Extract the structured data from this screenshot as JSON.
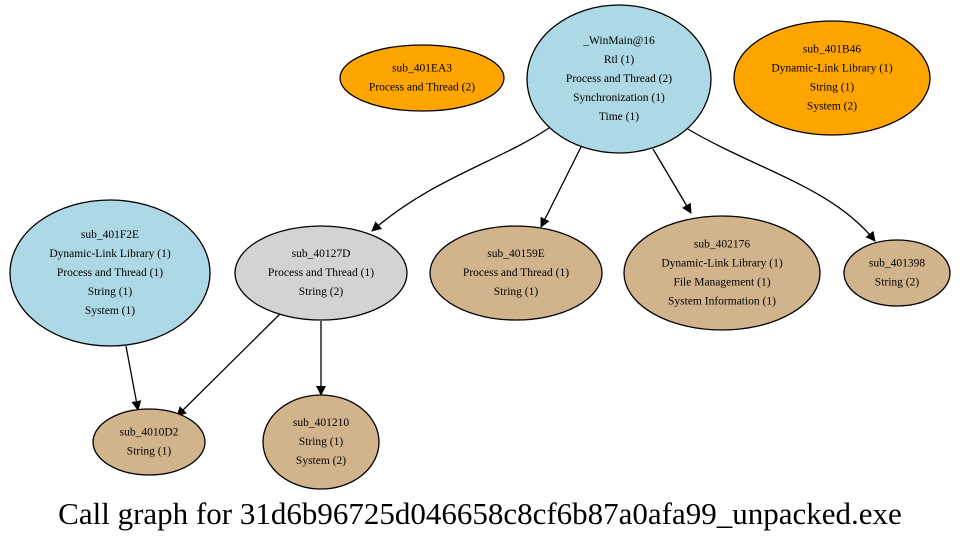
{
  "caption": "Call graph for 31d6b96725d046658c8cf6b87a0afa99_unpacked.exe",
  "colors": {
    "edge": "#000000",
    "outline": "#000000"
  },
  "nodes": [
    {
      "id": "winmain",
      "fill": "#add8e6",
      "lines": [
        "_WinMain@16",
        "Rtl (1)",
        "Process and Thread (2)",
        "Synchronization (1)",
        "Time (1)"
      ]
    },
    {
      "id": "sub_401EA3",
      "fill": "#ffa500",
      "lines": [
        "sub_401EA3",
        "Process and Thread (2)"
      ]
    },
    {
      "id": "sub_401B46",
      "fill": "#ffa500",
      "lines": [
        "sub_401B46",
        "Dynamic-Link Library (1)",
        "String (1)",
        "System (2)"
      ]
    },
    {
      "id": "sub_401F2E",
      "fill": "#add8e6",
      "lines": [
        "sub_401F2E",
        "Dynamic-Link Library (1)",
        "Process and Thread (1)",
        "String (1)",
        "System (1)"
      ]
    },
    {
      "id": "sub_40127D",
      "fill": "#d3d3d3",
      "lines": [
        "sub_40127D",
        "Process and Thread (1)",
        "String (2)"
      ]
    },
    {
      "id": "sub_40159E",
      "fill": "#d2b48c",
      "lines": [
        "sub_40159E",
        "Process and Thread (1)",
        "String (1)"
      ]
    },
    {
      "id": "sub_402176",
      "fill": "#d2b48c",
      "lines": [
        "sub_402176",
        "Dynamic-Link Library (1)",
        "File Management (1)",
        "System Information (1)"
      ]
    },
    {
      "id": "sub_401398",
      "fill": "#d2b48c",
      "lines": [
        "sub_401398",
        "String (2)"
      ]
    },
    {
      "id": "sub_4010D2",
      "fill": "#d2b48c",
      "lines": [
        "sub_4010D2",
        "String (1)"
      ]
    },
    {
      "id": "sub_401210",
      "fill": "#d2b48c",
      "lines": [
        "sub_401210",
        "String (1)",
        "System (2)"
      ]
    }
  ],
  "edges": [
    {
      "from": "winmain",
      "to": "sub_40127D"
    },
    {
      "from": "winmain",
      "to": "sub_40159E"
    },
    {
      "from": "winmain",
      "to": "sub_402176"
    },
    {
      "from": "winmain",
      "to": "sub_401398"
    },
    {
      "from": "sub_401F2E",
      "to": "sub_4010D2"
    },
    {
      "from": "sub_40127D",
      "to": "sub_4010D2"
    },
    {
      "from": "sub_40127D",
      "to": "sub_401210"
    }
  ]
}
